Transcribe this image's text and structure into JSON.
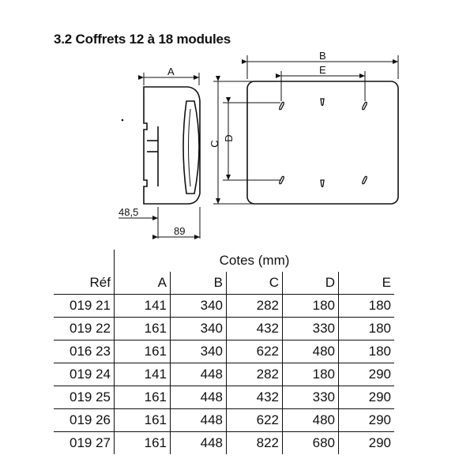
{
  "title": "3.2 Coffrets 12 à 18 modules",
  "drawing": {
    "labels": {
      "A": "A",
      "B": "B",
      "C": "C",
      "D": "D",
      "E": "E",
      "dim_48_5": "48,5",
      "dim_89": "89"
    }
  },
  "table": {
    "group_header": "Cotes (mm)",
    "columns": [
      "Réf",
      "A",
      "B",
      "C",
      "D",
      "E"
    ],
    "rows": [
      [
        "019 21",
        "141",
        "340",
        "282",
        "180",
        "180"
      ],
      [
        "019 22",
        "161",
        "340",
        "432",
        "330",
        "180"
      ],
      [
        "016 23",
        "161",
        "340",
        "622",
        "480",
        "180"
      ],
      [
        "019 24",
        "141",
        "448",
        "282",
        "180",
        "290"
      ],
      [
        "019 25",
        "161",
        "448",
        "432",
        "330",
        "290"
      ],
      [
        "019 26",
        "161",
        "448",
        "622",
        "480",
        "290"
      ],
      [
        "019 27",
        "161",
        "448",
        "822",
        "680",
        "290"
      ]
    ]
  }
}
